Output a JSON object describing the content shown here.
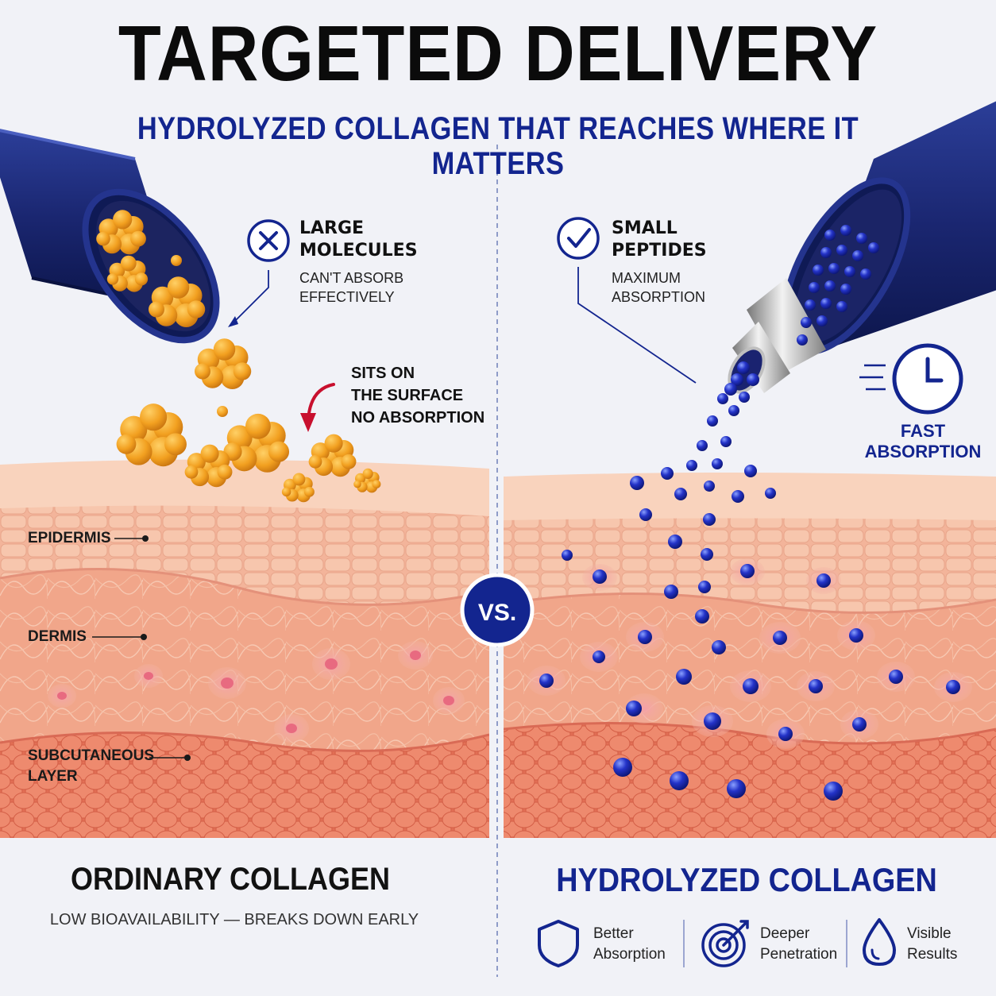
{
  "title": "TARGETED DELIVERY",
  "subtitle": "HYDROLYZED COLLAGEN THAT REACHES WHERE IT MATTERS",
  "left": {
    "callout_title": [
      "LARGE",
      "MOLECULES"
    ],
    "callout_sub": [
      "CAN'T ABSORB",
      "EFFECTIVELY"
    ],
    "surface_note": [
      "SITS ON",
      "THE SURFACE",
      "NO ABSORPTION"
    ],
    "layers": {
      "epidermis": "EPIDERMIS",
      "dermis": "DERMIS",
      "subcutaneous": [
        "SUBCUTANEOUS",
        "LAYER"
      ]
    },
    "footer_title": "ORDINARY COLLAGEN",
    "footer_sub": "LOW BIOAVAILABILITY — BREAKS DOWN EARLY"
  },
  "vs": "VS.",
  "right": {
    "callout_title": [
      "SMALL",
      "PEPTIDES"
    ],
    "callout_sub": [
      "MAXIMUM",
      "ABSORPTION"
    ],
    "fast": [
      "FAST",
      "ABSORPTION"
    ],
    "footer_title": "HYDROLYZED COLLAGEN",
    "benefits": [
      {
        "icon": "shield-icon",
        "lines": [
          "Better",
          "Absorption"
        ]
      },
      {
        "icon": "target-icon",
        "lines": [
          "Deeper",
          "Penetration"
        ]
      },
      {
        "icon": "droplet-icon",
        "lines": [
          "Visible",
          "Results"
        ]
      }
    ]
  },
  "colors": {
    "navy": "#13258f",
    "orange": "#f0a020",
    "skin": "#f6c3a7",
    "accent_red": "#c8102e"
  }
}
